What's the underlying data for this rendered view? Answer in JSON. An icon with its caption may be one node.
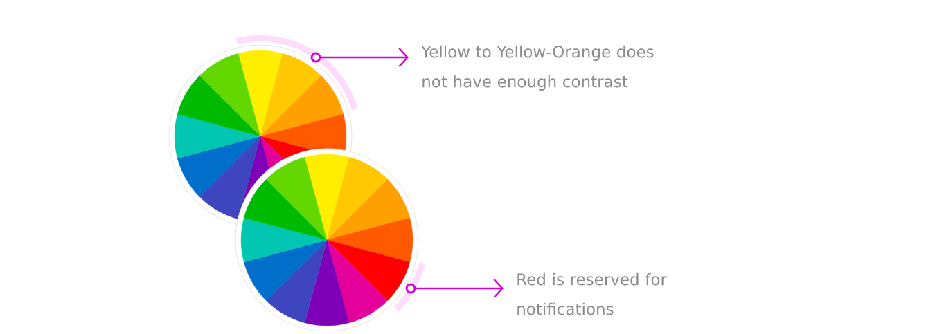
{
  "diagram": {
    "nodes": [
      {
        "text": [],
        "shape": "circle"
      },
      {
        "text": [
          "Yellow to Yellow-Orange does not have enough contrast"
        ]
      },
      {
        "text": [],
        "shape": "circle"
      },
      {
        "text": [
          "Red is reserved for notifications"
        ]
      }
    ],
    "edges": [
      {
        "from": 0,
        "to": 1,
        "arrow": "to"
      },
      {
        "from": 2,
        "to": 3,
        "arrow": "to"
      }
    ]
  }
}
